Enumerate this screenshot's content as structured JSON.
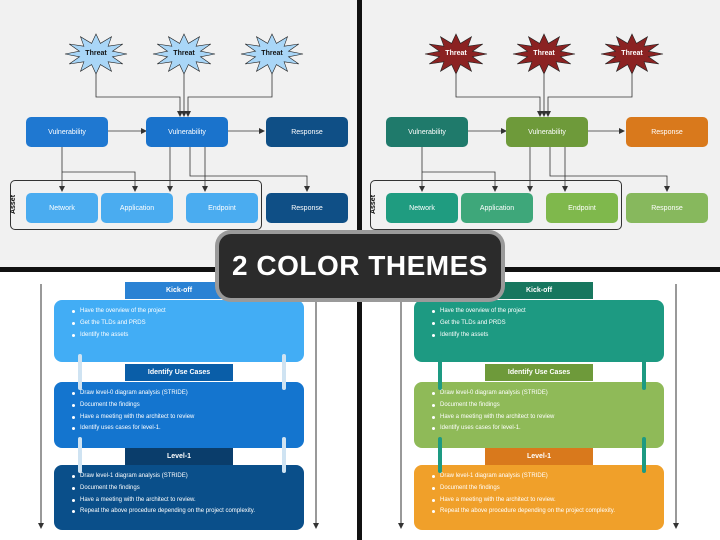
{
  "banner": {
    "text": "2 COLOR THEMES"
  },
  "threat_diagram": {
    "threats": [
      "Threat",
      "Threat",
      "Threat"
    ],
    "row1": {
      "left": "Vulnerability",
      "center": "Vulnerability",
      "right": "Response"
    },
    "asset_label": "Asset",
    "assets": [
      "Network",
      "Application",
      "Endpoint"
    ],
    "outside": "Response"
  },
  "process": {
    "stages": [
      {
        "title": "Kick-off",
        "items": [
          "Have the overview of the project",
          "Get the TLDs and PRDS",
          "Identify the assets"
        ]
      },
      {
        "title": "Identify Use Cases",
        "items": [
          "Draw level-0 diagram analysis (STRIDE)",
          "Document the findings",
          "Have a meeting with the architect to review",
          "Identify uses cases for level-1."
        ]
      },
      {
        "title": "Level-1",
        "items": [
          "Draw level-1 diagram analysis (STRIDE)",
          "Document the findings",
          "Have a meeting with the architect to review.",
          "Repeat the above procedure depending on the project complexity."
        ]
      }
    ]
  },
  "themes": {
    "blue": {
      "star": "#a9d6f7",
      "star_text": "#111111",
      "vuln_left": "#1f78d1",
      "vuln_center": "#1a73cc",
      "response": "#0f4f86",
      "assets": [
        "#4aacf0",
        "#4aacf0",
        "#4aacf0"
      ],
      "outside": "#0f4f86",
      "tabs": [
        "#2a82d4",
        "#0a5ea8",
        "#0a3d6b"
      ],
      "cards": [
        "#42adf5",
        "#1475cf",
        "#0a4f8a"
      ],
      "pins": "#cfe3f2"
    },
    "green": {
      "star": "#8b2222",
      "star_text": "#ffffff",
      "vuln_left": "#1f7a6b",
      "vuln_center": "#6e9a3a",
      "response": "#d9791c",
      "assets": [
        "#1f9c80",
        "#3ea77a",
        "#7fb84c"
      ],
      "outside": "#87b85d",
      "tabs": [
        "#17775f",
        "#6e9a3a",
        "#d9791c"
      ],
      "cards": [
        "#1d9a82",
        "#8fba58",
        "#f0a02a"
      ],
      "pins": "#1d9a82"
    }
  }
}
